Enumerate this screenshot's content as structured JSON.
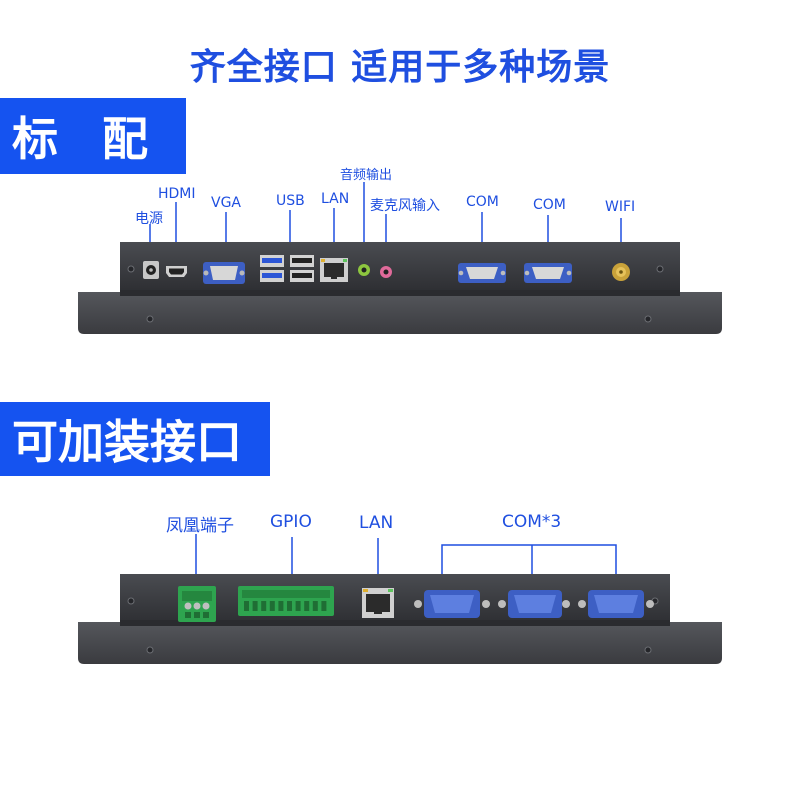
{
  "headline": "齐全接口  适用于多种场景",
  "sections": {
    "standard": {
      "title": "标 配",
      "ports": {
        "power": "电源",
        "hdmi": "HDMI",
        "vga": "VGA",
        "usb": "USB",
        "lan": "LAN",
        "audio_out": "音频输出",
        "mic_in": "麦克风输入",
        "com1": "COM",
        "com2": "COM",
        "wifi": "WIFI"
      }
    },
    "optional": {
      "title": "可加装接口",
      "ports": {
        "phoenix": "凤凰端子",
        "gpio": "GPIO",
        "lan": "LAN",
        "com": "COM*3"
      }
    }
  },
  "colors": {
    "accent": "#1553f0",
    "label": "#1f4fe0",
    "chassis": "#3a3c40",
    "terminal_green": "#2ea44f",
    "db9_blue": "#3d5fc4"
  }
}
